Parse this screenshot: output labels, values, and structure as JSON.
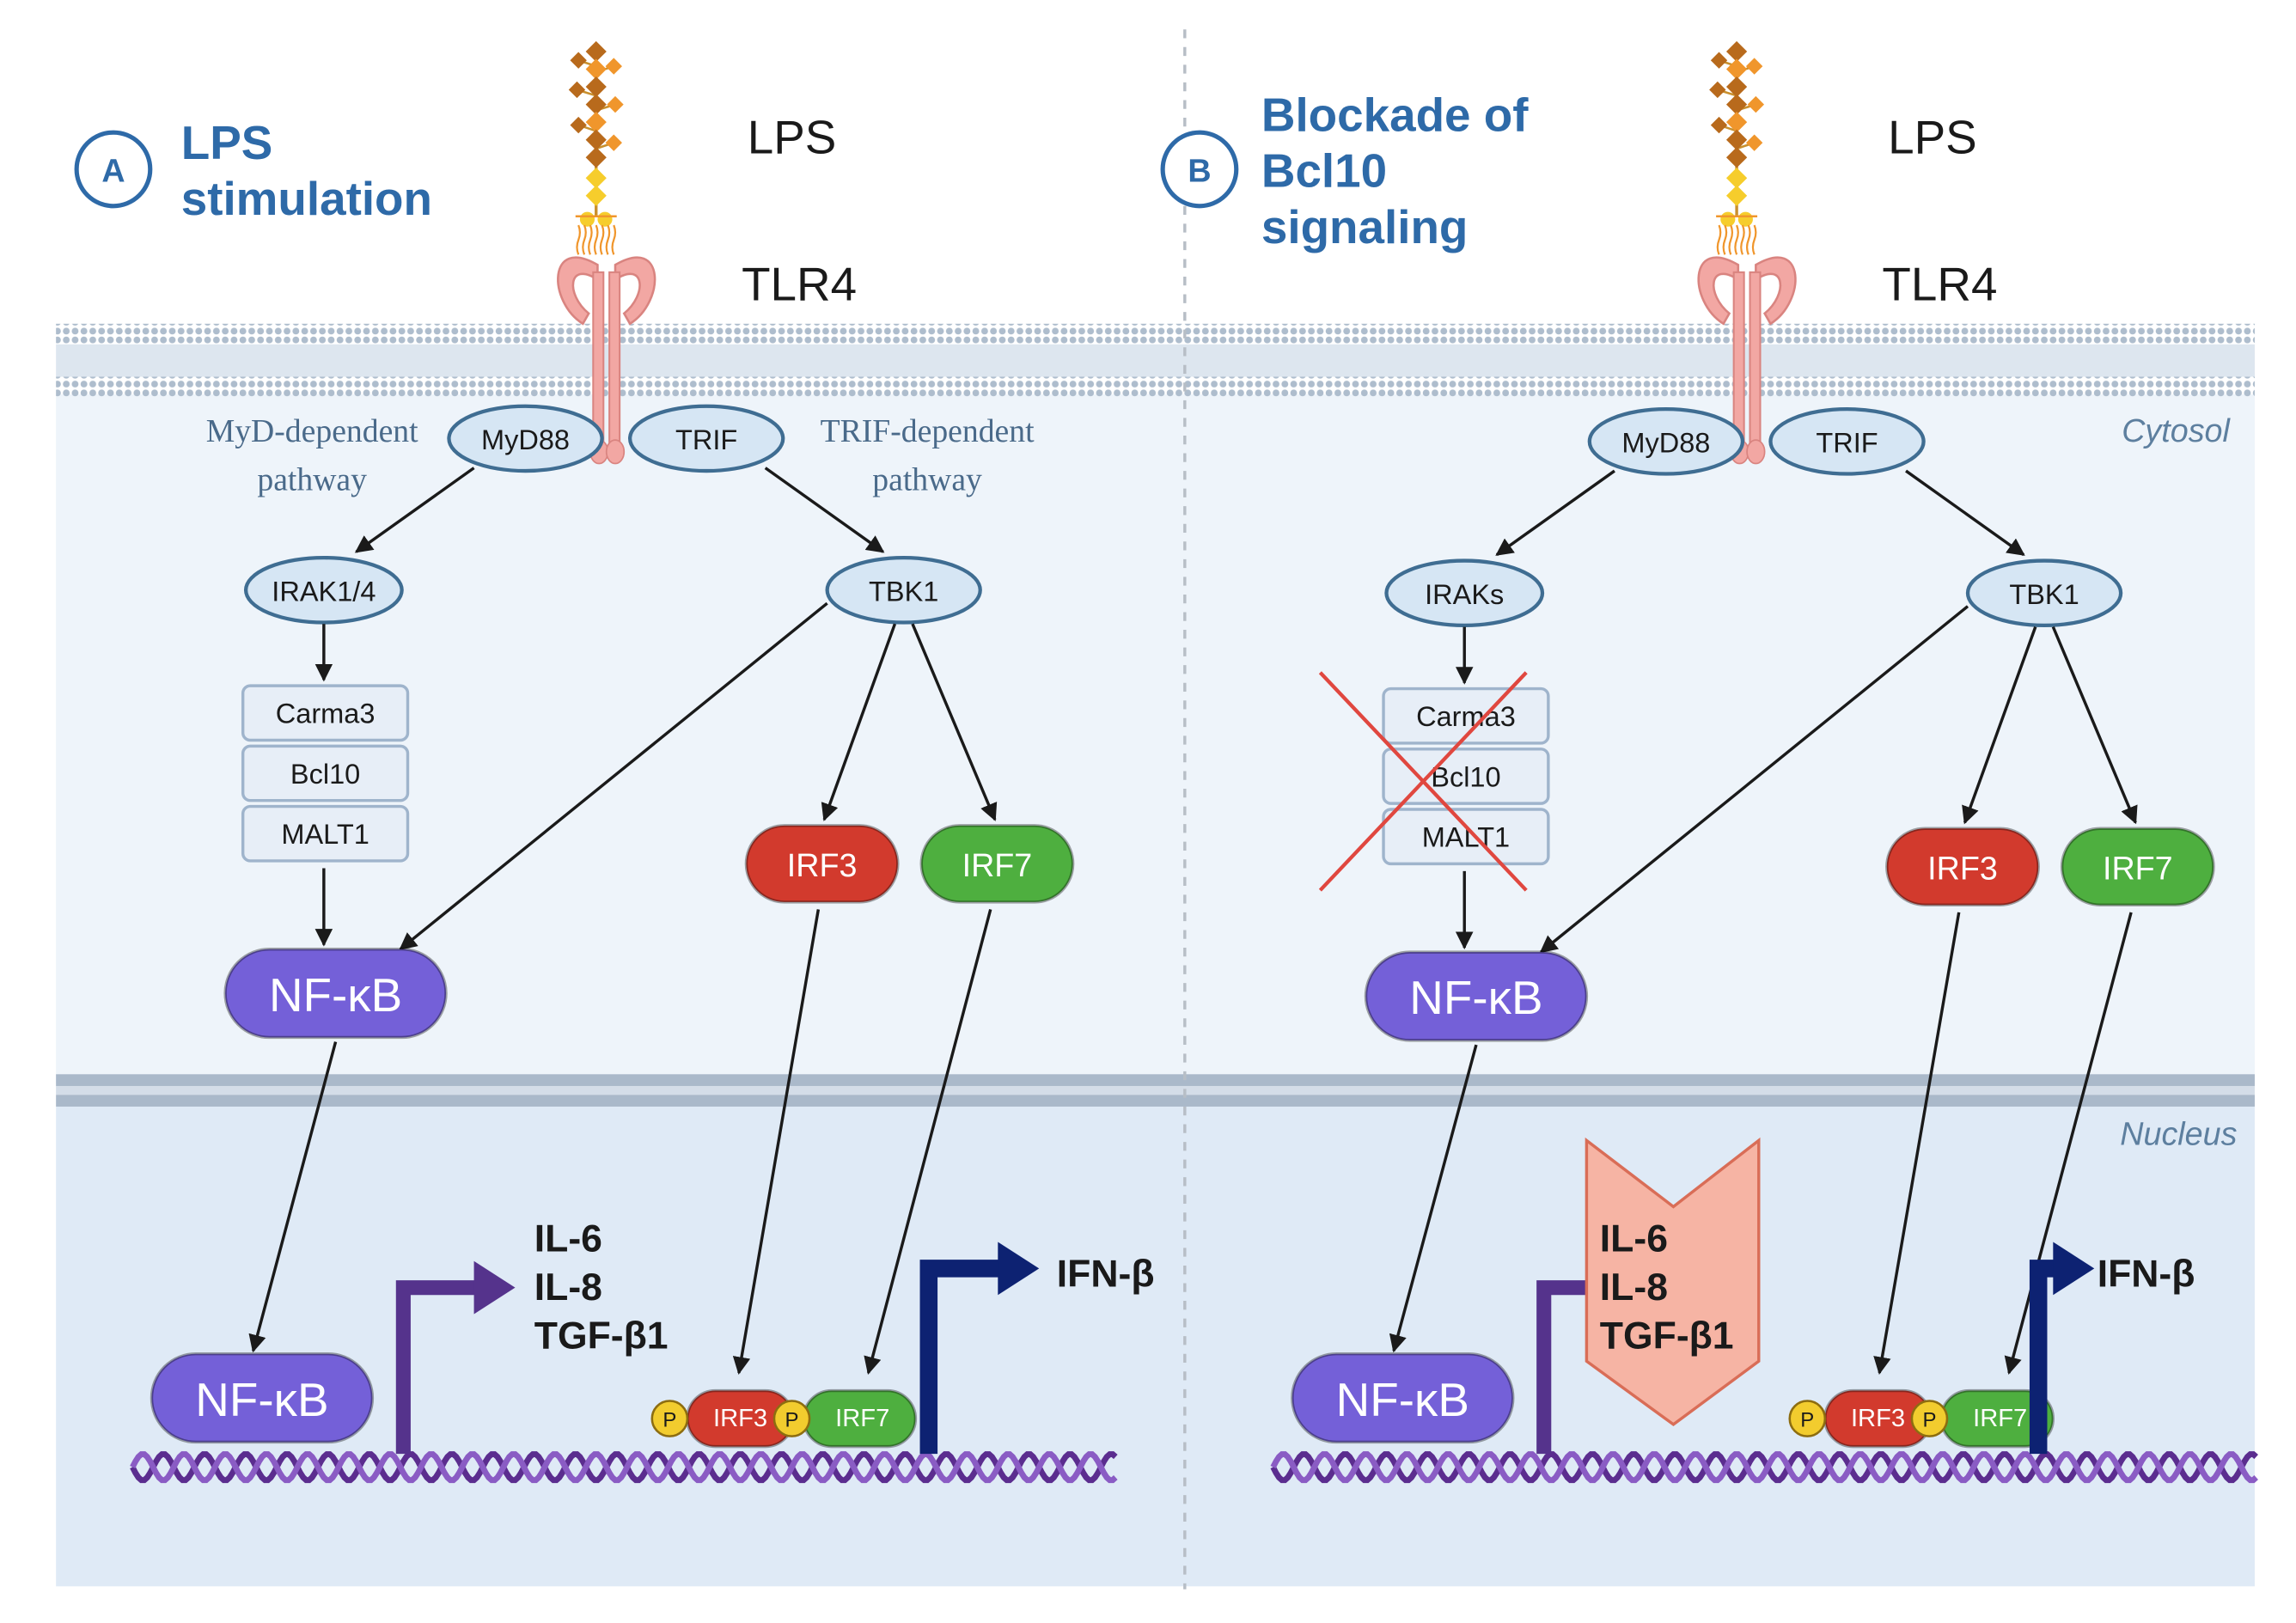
{
  "colors": {
    "title_blue": "#2e6aa8",
    "cytosol_bg": "#eef4fa",
    "nucleus_bg": "#dde9f5",
    "membrane": "#b9c7d6",
    "node_fill": "#d6e6f4",
    "node_stroke": "#3f6d92",
    "box_fill": "#e7eef7",
    "box_stroke": "#9fb4cc",
    "nfkb": "#7460d8",
    "irf3": "#d23a2d",
    "irf7": "#4eaf3f",
    "phospho": "#f2cc2e",
    "dna": "#5b2d8f",
    "arrow_purple": "#55338c",
    "arrow_navy": "#0d2272",
    "cross_red": "#e0473f",
    "blocked_gene_fill": "#f6b4a4",
    "receptor_pink": "#f2a7a3",
    "lps_brown": "#b86a1c",
    "lps_orange": "#f0962c",
    "lps_yellow": "#f6cd2c"
  },
  "icons": {
    "lps_molecule": "lps-molecule-icon",
    "tlr4_receptor": "tlr4-receptor-icon",
    "dna_helix": "dna-helix-icon",
    "gene_promoter_arrow": "gene-promoter-arrow-icon",
    "block_cross": "red-x-cross-icon"
  },
  "compartments": {
    "cytosol": "Cytosol",
    "nucleus": "Nucleus"
  },
  "panel_a": {
    "badge": "A",
    "title": [
      "LPS",
      "stimulation"
    ],
    "lps": "LPS",
    "tlr4": "TLR4",
    "myd_path_label": [
      "MyD-dependent",
      "pathway"
    ],
    "trif_path_label": [
      "TRIF-dependent",
      "pathway"
    ],
    "myd88": "MyD88",
    "trif": "TRIF",
    "irak": "IRAK1/4",
    "tbk1": "TBK1",
    "cbm": [
      "Carma3",
      "Bcl10",
      "MALT1"
    ],
    "irf3": "IRF3",
    "irf7": "IRF7",
    "nfkb_cyto": "NF-κB",
    "nfkb_nuc": "NF-κB",
    "genes": [
      "IL-6",
      "IL-8",
      "TGF-β1"
    ],
    "phospho": "P",
    "irf3_dimer": "IRF3",
    "irf7_dimer": "IRF7",
    "ifn": "IFN-β"
  },
  "panel_b": {
    "badge": "B",
    "title": [
      "Blockade of",
      "Bcl10",
      "signaling"
    ],
    "lps": "LPS",
    "tlr4": "TLR4",
    "myd88": "MyD88",
    "trif": "TRIF",
    "irak": "IRAKs",
    "tbk1": "TBK1",
    "cbm": [
      "Carma3",
      "Bcl10",
      "MALT1"
    ],
    "irf3": "IRF3",
    "irf7": "IRF7",
    "nfkb_cyto": "NF-κB",
    "nfkb_nuc": "NF-κB",
    "genes": [
      "IL-6",
      "IL-8",
      "TGF-β1"
    ],
    "phospho": "P",
    "irf3_dimer": "IRF3",
    "irf7_dimer": "IRF7",
    "ifn": "IFN-β"
  }
}
